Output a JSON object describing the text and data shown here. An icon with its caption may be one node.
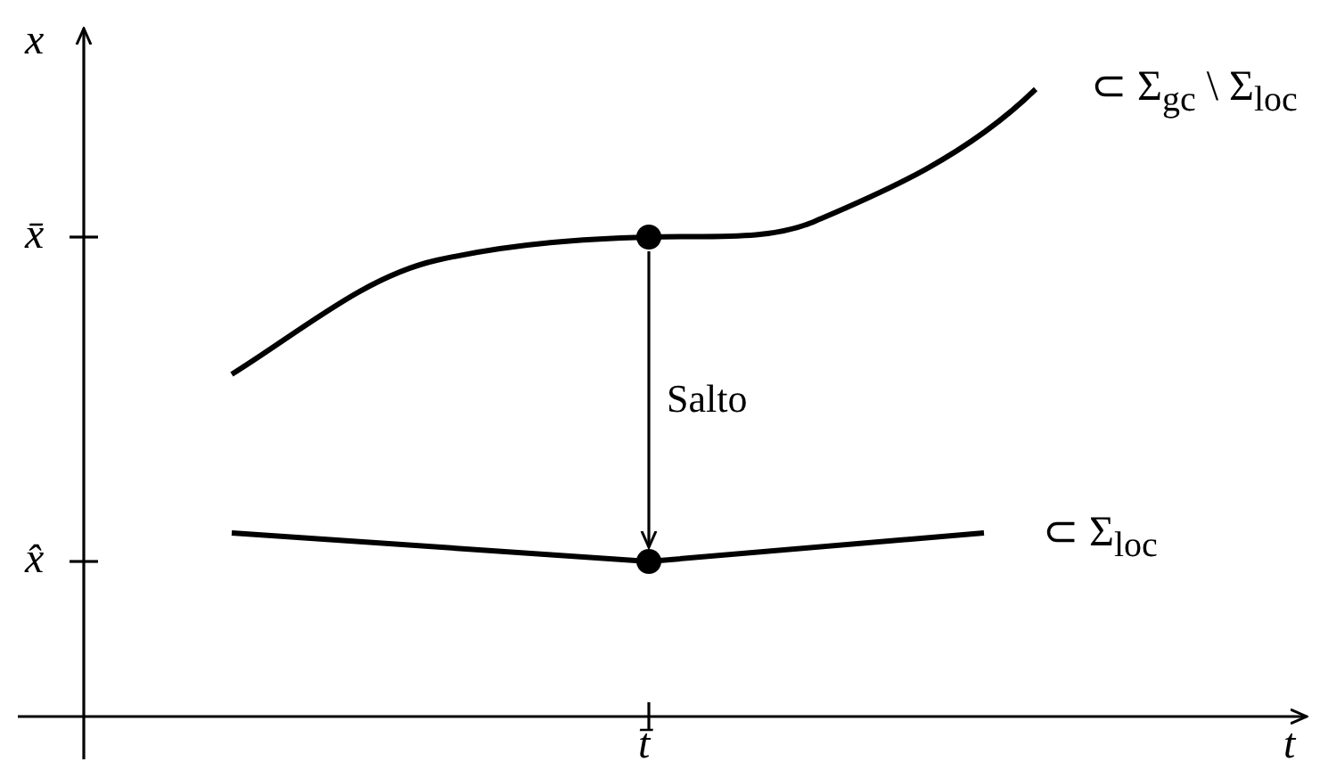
{
  "diagram": {
    "nodes": [
      {
        "text": [],
        "shape": "circle"
      },
      {
        "text": [],
        "shape": "circle"
      }
    ],
    "edges": [
      {
        "from": 0,
        "to": 1,
        "arrow": "to",
        "label": "Salto"
      }
    ],
    "labels": [
      "x",
      "⊂ Σ$_{gc}$ \\ Σ$_{loc}$",
      "x̄",
      "x̂",
      "⊂ Σ$_{loc}$",
      "t̄",
      "t"
    ]
  }
}
